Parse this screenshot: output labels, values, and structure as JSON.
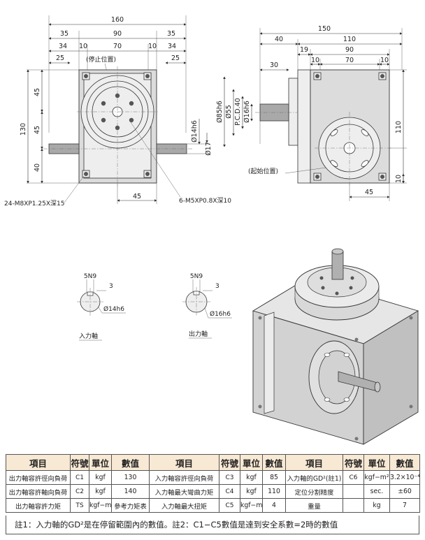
{
  "front_view": {
    "dims_top": [
      "160",
      "35",
      "90",
      "35",
      "34",
      "10",
      "70",
      "10",
      "34",
      "25",
      "25"
    ],
    "dims_left": [
      "45",
      "130",
      "45",
      "40"
    ],
    "dim_right": [
      "Ø14h6",
      "Ø17"
    ],
    "dim_bottom": "45",
    "stop_position": "(停止位置)",
    "thread_left": "24-M8XP1.25X深15",
    "thread_right": "6-M5XP0.8X深10"
  },
  "side_view": {
    "dims_top": [
      "150",
      "40",
      "110",
      "19",
      "90",
      "30",
      "10",
      "70",
      "10"
    ],
    "dims_left": [
      "Ø85h6",
      "Ø55",
      "P.C.D.40",
      "Ø16h6"
    ],
    "dims_right": [
      "110",
      "10"
    ],
    "dim_bottom": "45",
    "start_position": "(起始位置)"
  },
  "shaft_details": {
    "input": {
      "key": "5N9",
      "depth": "3",
      "diameter": "Ø14h6",
      "label": "入力軸"
    },
    "output": {
      "key": "5N9",
      "depth": "3",
      "diameter": "Ø16h6",
      "label": "出力軸"
    }
  },
  "table": {
    "headers": [
      "項目",
      "符號",
      "單位",
      "數值",
      "項目",
      "符號",
      "單位",
      "數值",
      "項目",
      "符號",
      "單位",
      "數值"
    ],
    "rows": [
      [
        "出力軸容許徑向負荷",
        "C1",
        "kgf",
        "130",
        "入力軸容許徑向負荷",
        "C3",
        "kgf",
        "85",
        "入力軸的GD²(註1)",
        "C6",
        "kgf−m²",
        "3.2×10⁻⁴"
      ],
      [
        "出力軸容許軸向負荷",
        "C2",
        "kgf",
        "140",
        "入力軸最大彎曲力矩",
        "C4",
        "kgf",
        "110",
        "定位分割精度",
        "",
        "sec.",
        "±60"
      ],
      [
        "出力軸容許力矩",
        "TS",
        "kgf−m",
        "參考力矩表",
        "入力軸最大扭矩",
        "C5",
        "kgf−m",
        "4",
        "重量",
        "",
        "kg",
        "7"
      ]
    ],
    "note": "註1：入力軸的GD²是在停留範圍內的數值。註2：C1−C5數值是達到安全系數=2時的數值"
  }
}
